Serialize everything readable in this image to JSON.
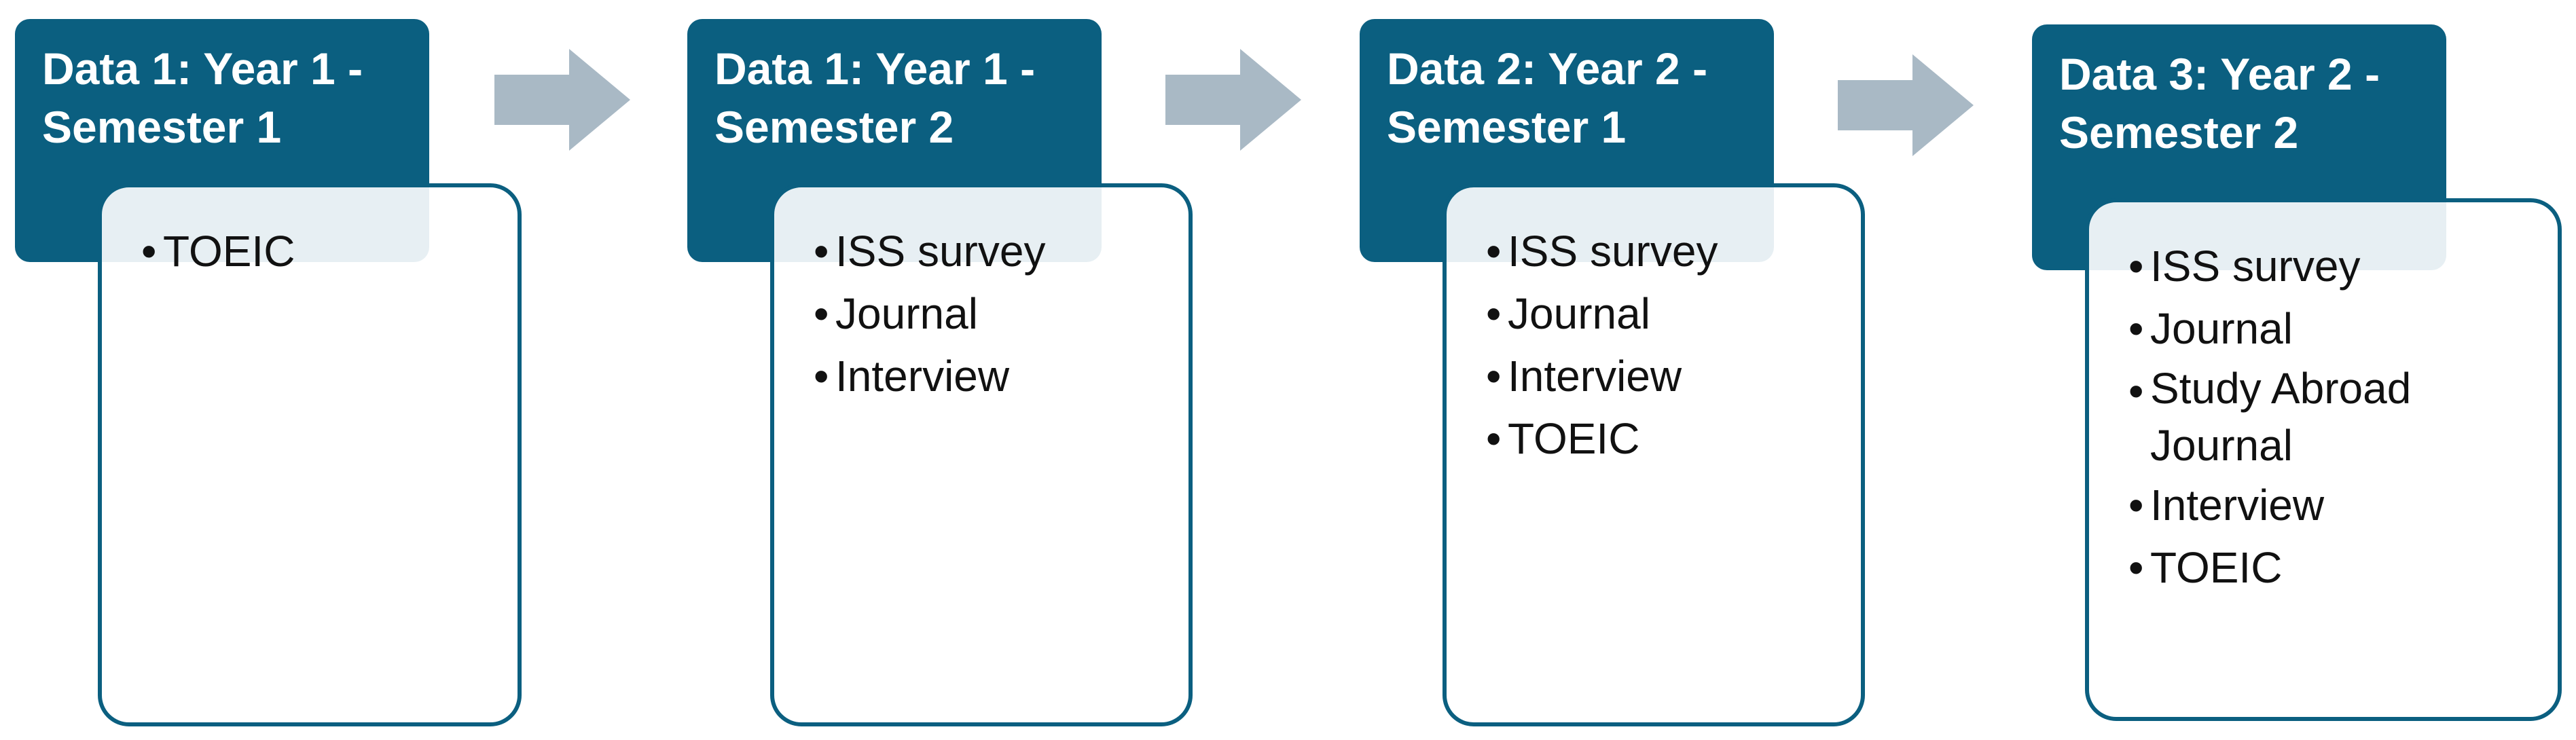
{
  "diagram": {
    "stages": [
      {
        "header": [
          "Data 1: Year 1 -",
          "Semester 1"
        ],
        "items": [
          "TOEIC"
        ]
      },
      {
        "header": [
          "Data 1: Year 1 -",
          "Semester 2"
        ],
        "items": [
          "ISS survey",
          "Journal",
          "Interview"
        ]
      },
      {
        "header": [
          "Data 2: Year 2 -",
          "Semester 1"
        ],
        "items": [
          "ISS survey",
          "Journal",
          "Interview",
          "TOEIC"
        ]
      },
      {
        "header": [
          "Data 3: Year 2 -",
          "Semester 2"
        ],
        "items": [
          "ISS survey",
          "Journal",
          "Study Abroad Journal",
          "Interview",
          "TOEIC"
        ]
      }
    ],
    "colors": {
      "header_fill": "#0b5f80",
      "card_border": "#0b5f80",
      "arrow_fill": "#a9b9c5",
      "header_text": "#ffffff",
      "item_text": "#111111"
    }
  }
}
